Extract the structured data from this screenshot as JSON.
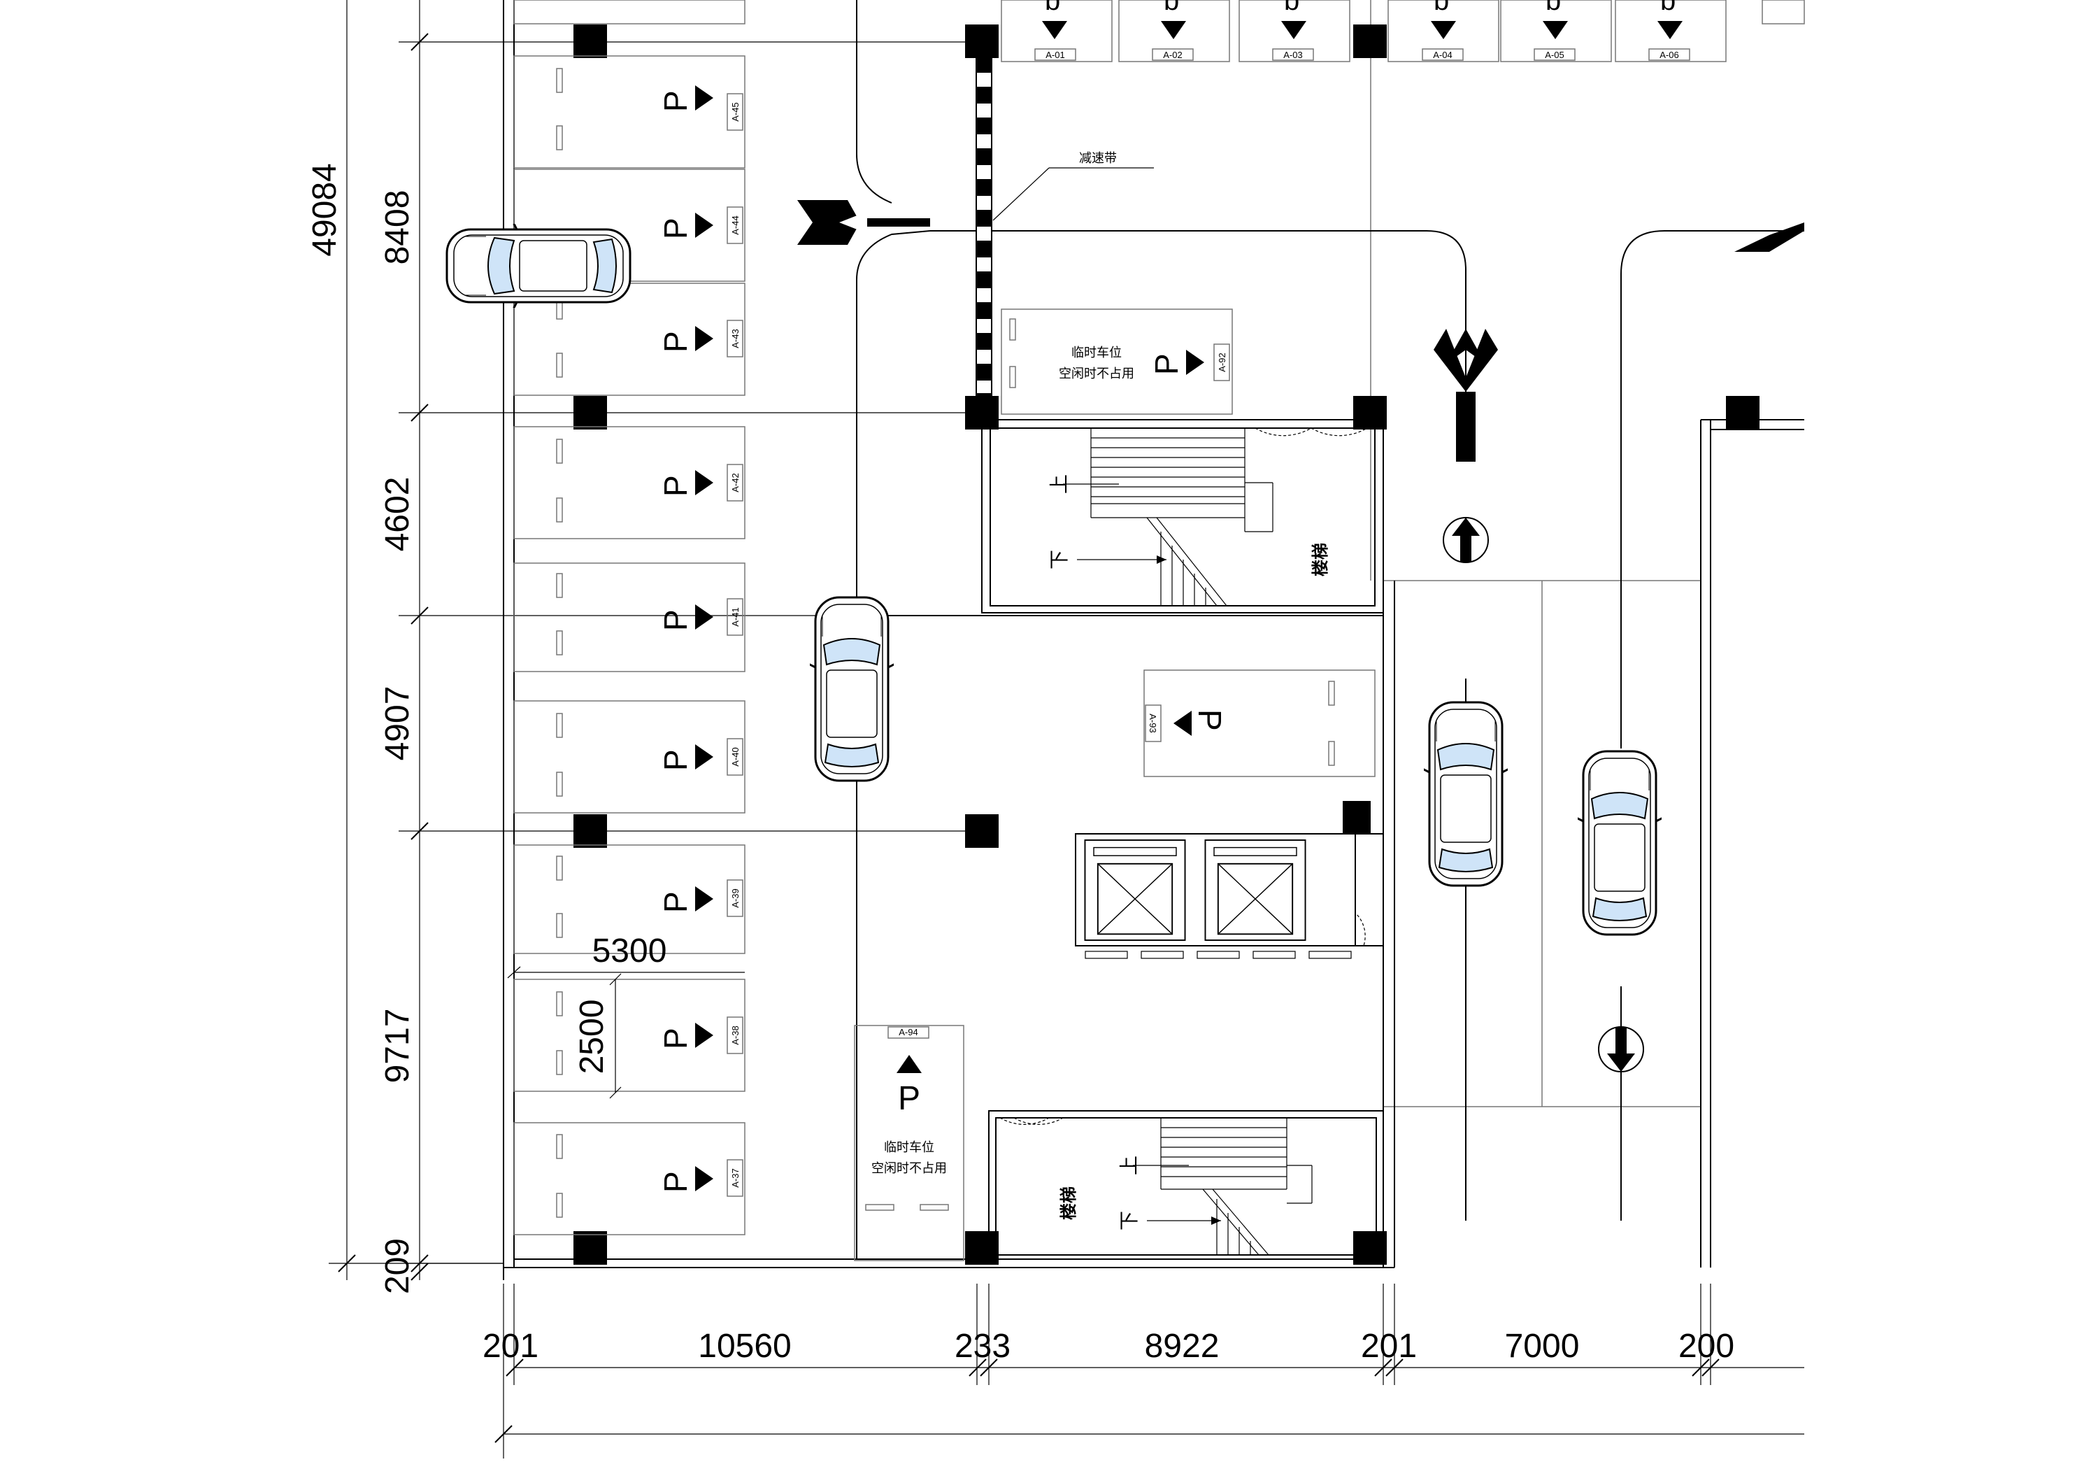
{
  "dimensions": {
    "overall_height": "49084",
    "rows": [
      "8408",
      "4602",
      "4907",
      "9717",
      "209"
    ],
    "bottom": [
      "201",
      "10560",
      "233",
      "8922",
      "201",
      "7000",
      "200"
    ],
    "stall_length": "5300",
    "stall_width": "2500"
  },
  "labels": {
    "speed_bump": "减速带",
    "temp_spot_line1": "临时车位",
    "temp_spot_line2": "空闲时不占用",
    "stairs": "楼梯",
    "up": "上",
    "down": "下",
    "parking_letter": "P"
  },
  "stalls": {
    "top": [
      "A-01",
      "A-02",
      "A-03",
      "A-04",
      "A-05",
      "A-06"
    ],
    "left": [
      "A-45",
      "A-44",
      "A-43",
      "A-42",
      "A-41",
      "A-40",
      "A-39",
      "A-38",
      "A-37"
    ],
    "middle": [
      "A-92",
      "A-93",
      "A-94"
    ]
  }
}
